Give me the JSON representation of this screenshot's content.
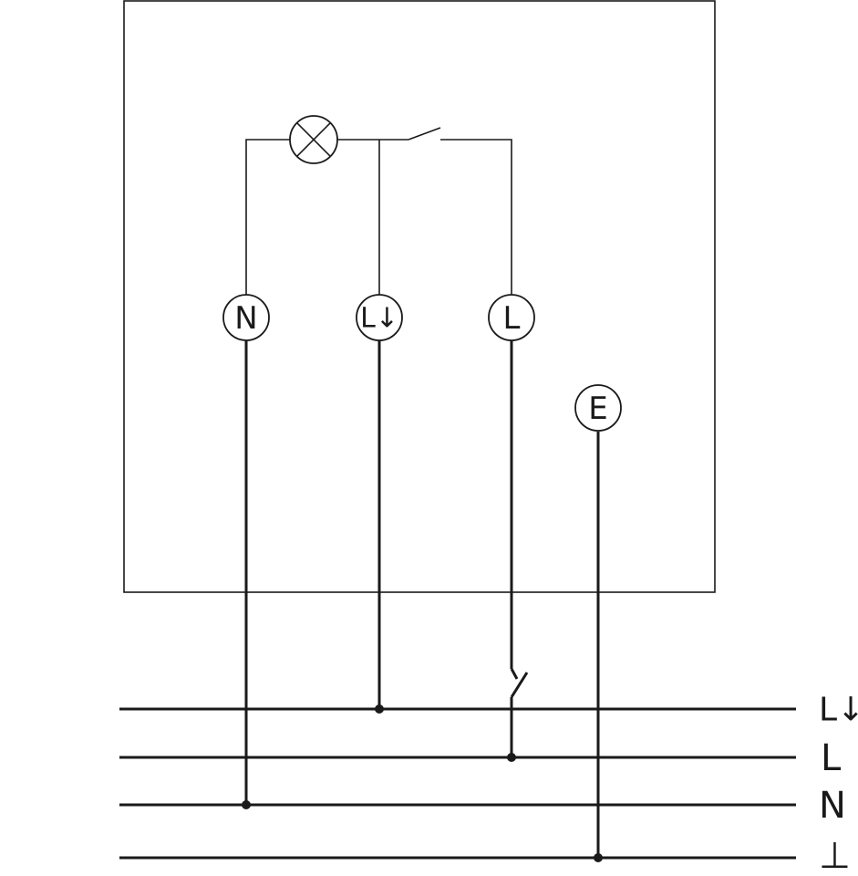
{
  "terminals": {
    "n": "N",
    "l_switched": "L↓",
    "l": "L",
    "e": "E"
  },
  "rails": {
    "l_switched": "L↓",
    "l": "L",
    "n": "N",
    "earth": "⊥"
  }
}
